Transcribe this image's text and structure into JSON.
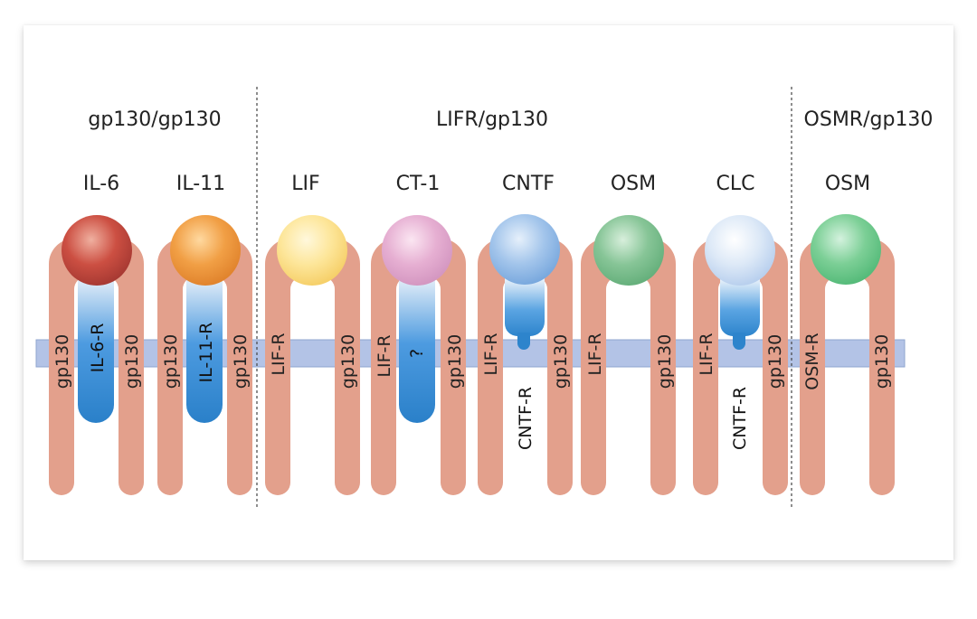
{
  "groups": {
    "gp130": "gp130/gp130",
    "lifr": "LIFR/gp130",
    "osmr": "OSMR/gp130"
  },
  "ligands": {
    "il6": "IL-6",
    "il11": "IL-11",
    "lif": "LIF",
    "ct1": "CT-1",
    "cntf": "CNTF",
    "osm1": "OSM",
    "clc": "CLC",
    "osm2": "OSM"
  },
  "receptors": {
    "gp130": "gp130",
    "il6r": "IL-6-R",
    "il11r": "IL-11-R",
    "lifr": "LIF-R",
    "unknown": "?",
    "cntfr": "CNTF-R",
    "osmr": "OSM-R"
  },
  "colors": {
    "receptor_chain": "#e3a08c",
    "membrane": "#b3c3e6",
    "alpha_receptor": "#2b86cf",
    "il6": "#c9483e",
    "il11": "#ef9a3e",
    "lif": "#fce08a",
    "ct1": "#e0a6cc",
    "cntf": "#8fb8e6",
    "osm": "#79c28e",
    "clc": "#c8dbf2"
  }
}
